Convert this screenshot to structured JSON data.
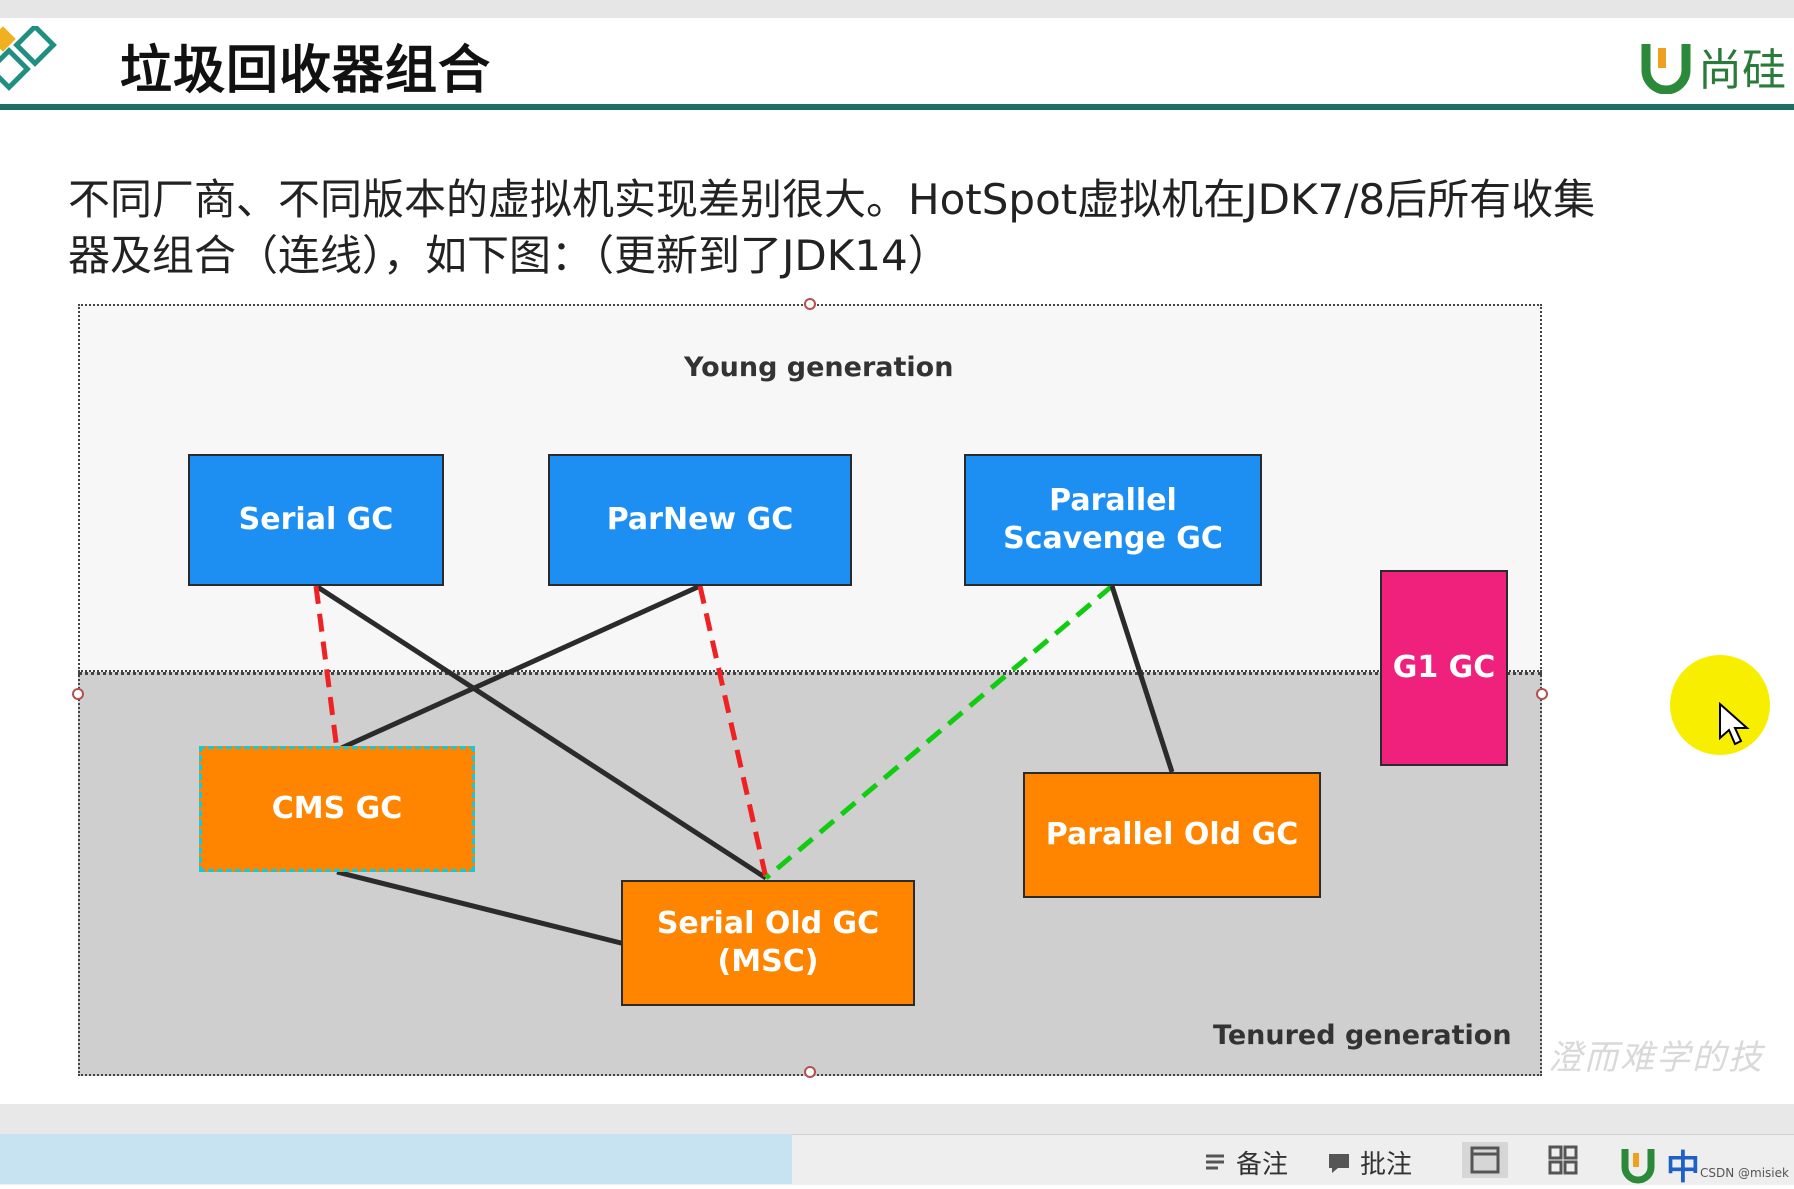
{
  "slide": {
    "title": "垃圾回收器组合",
    "brand": "尚硅",
    "description": "不同厂商、不同版本的虚拟机实现差别很大。HotSpot虚拟机在JDK7/8后所有收集\n器及组合（连线），如下图：（更新到了JDK14）"
  },
  "diagram": {
    "young_label": "Young generation",
    "tenured_label": "Tenured generation",
    "collectors": {
      "serial": "Serial GC",
      "parnew": "ParNew GC",
      "parallel_scavenge": "Parallel Scavenge GC",
      "g1": "G1 GC",
      "cms": "CMS GC",
      "serial_old": "Serial Old GC (MSC)",
      "parallel_old": "Parallel Old GC"
    },
    "connections": [
      {
        "from": "Serial GC",
        "to": "Serial Old GC (MSC)",
        "style": "solid",
        "color": "#2b2b2b"
      },
      {
        "from": "Serial GC",
        "to": "CMS GC",
        "style": "dashed",
        "color": "#ee2222"
      },
      {
        "from": "ParNew GC",
        "to": "CMS GC",
        "style": "solid",
        "color": "#2b2b2b"
      },
      {
        "from": "ParNew GC",
        "to": "Serial Old GC (MSC)",
        "style": "dashed",
        "color": "#ee2222"
      },
      {
        "from": "Parallel Scavenge GC",
        "to": "Serial Old GC (MSC)",
        "style": "dashed",
        "color": "#11cc11"
      },
      {
        "from": "Parallel Scavenge GC",
        "to": "Parallel Old GC",
        "style": "solid",
        "color": "#2b2b2b"
      },
      {
        "from": "CMS GC",
        "to": "Serial Old GC (MSC)",
        "style": "solid",
        "color": "#2b2b2b"
      }
    ],
    "colors": {
      "young_box": "#1e8ff2",
      "tenured_box": "#ff8400",
      "g1_box": "#f0217d",
      "cms_border": "#19c7d6"
    }
  },
  "watermark": "澄而难学的技",
  "statusbar": {
    "notes_label": "备注",
    "comments_label": "批注",
    "ime_label": "中",
    "csdn_tag": "CSDN @misiek"
  }
}
